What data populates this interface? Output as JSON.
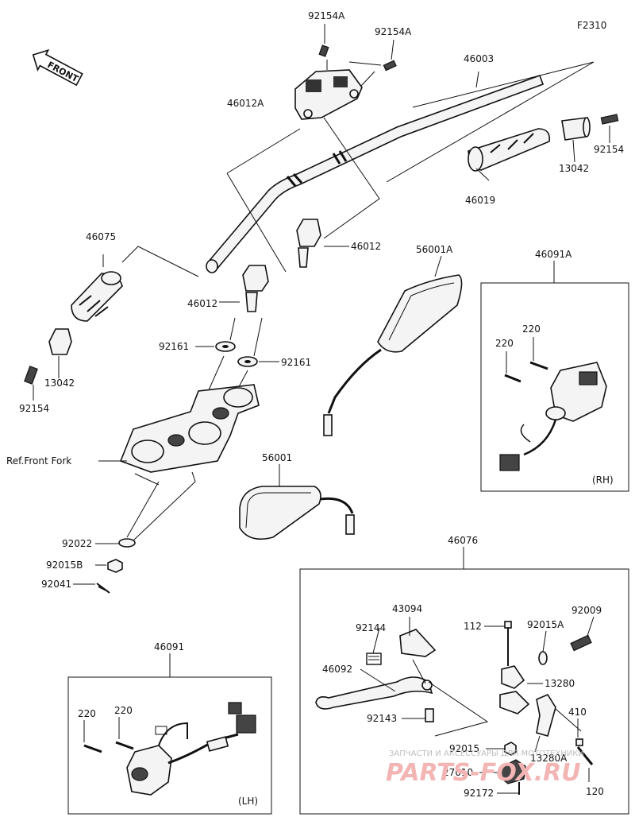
{
  "figure_code": "F2310",
  "front_label": "FRONT",
  "labels": {
    "p92154A_1": "92154A",
    "p92154A_2": "92154A",
    "p46003": "46003",
    "p46012A": "46012A",
    "p92154_r": "92154",
    "p13042_r": "13042",
    "p46019": "46019",
    "p46075": "46075",
    "p46012_1": "46012",
    "p46012_2": "46012",
    "p56001A": "56001A",
    "p46091A": "46091A",
    "p92161_1": "92161",
    "p92161_2": "92161",
    "p13042_l": "13042",
    "p92154_l": "92154",
    "ref_front_fork": "Ref.Front Fork",
    "p56001": "56001",
    "p220_r1": "220",
    "p220_r2": "220",
    "rh": "(RH)",
    "p92022": "92022",
    "p92015B": "92015B",
    "p92041": "92041",
    "p46076": "46076",
    "p43094": "43094",
    "p92144": "92144",
    "p112": "112",
    "p92015A": "92015A",
    "p92009": "92009",
    "p46092": "46092",
    "p13280": "13280",
    "p92143": "92143",
    "p410": "410",
    "p92015": "92015",
    "p13280A": "13280A",
    "p27010": "27010",
    "p120": "120",
    "p92172": "92172",
    "p46091": "46091",
    "p220_l1": "220",
    "p220_l2": "220",
    "lh": "(LH)"
  },
  "watermark": {
    "line1": "ЗАПЧАСТИ И АКСЕССУАРЫ ДЛЯ МОТОТЕХНИКИ",
    "line2": "PARTS-FOX.RU"
  }
}
